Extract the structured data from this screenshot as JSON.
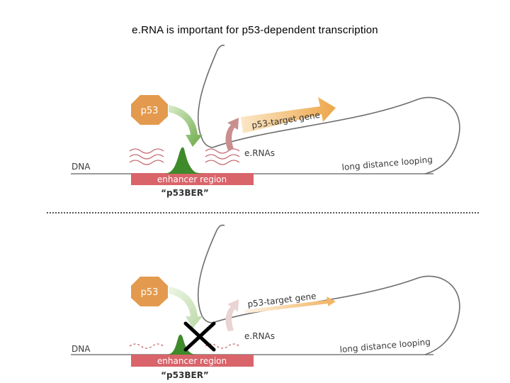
{
  "title": "e.RNA is important for p53-dependent transcription",
  "panels": {
    "top": {
      "protein": "p53",
      "gene": "p53-target gene",
      "ernas": "e.RNAs",
      "dna": "DNA",
      "looping": "long distance looping",
      "region": "enhancer region",
      "region_name": "“p53BER”"
    },
    "bottom": {
      "protein": "p53",
      "gene": "p53-target gene",
      "ernas": "e.RNAs",
      "dna": "DNA",
      "looping": "long distance looping",
      "region": "enhancer region",
      "region_name": "“p53BER”"
    }
  },
  "colors": {
    "p53": "#e39a4e",
    "gene_arrow": "#f0b35c",
    "enhancer": "#d9646a",
    "erna": "#c46a70",
    "peak": "#3f8a2a",
    "inhibit_x": "#000000"
  }
}
